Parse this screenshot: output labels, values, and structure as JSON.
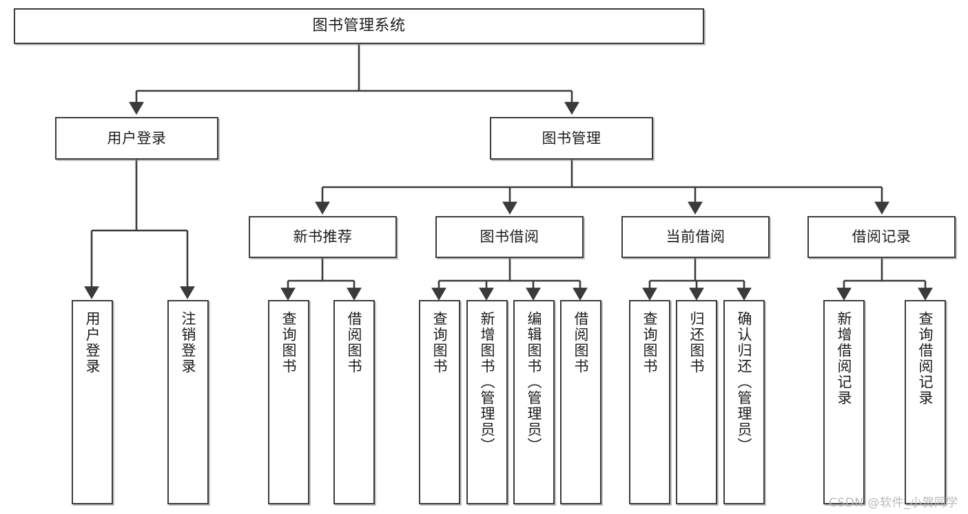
{
  "diagram": {
    "title": "图书管理系统",
    "watermark": "CSDN @软件_小贺同学",
    "colors": {
      "node_border": "#3a3a3a",
      "node_fill": "#ffffff",
      "edge": "#3a3a3a",
      "text": "#1b1b1b",
      "watermark": "#b9b9b9",
      "background": "#ffffff"
    },
    "nodes": {
      "root": {
        "label": "图书管理系统"
      },
      "level2": [
        {
          "label": "用户登录"
        },
        {
          "label": "图书管理"
        }
      ],
      "level3": [
        {
          "label": "新书推荐"
        },
        {
          "label": "图书借阅"
        },
        {
          "label": "当前借阅"
        },
        {
          "label": "借阅记录"
        }
      ],
      "leaves": {
        "user_login": [
          {
            "label": "用户登录"
          },
          {
            "label": "注销登录"
          }
        ],
        "new_book_recommend": [
          {
            "label": "查询图书"
          },
          {
            "label": "借阅图书"
          }
        ],
        "book_borrow": [
          {
            "label": "查询图书"
          },
          {
            "label": "新增图书（管理员）"
          },
          {
            "label": "编辑图书（管理员）"
          },
          {
            "label": "借阅图书"
          }
        ],
        "current_borrow": [
          {
            "label": "查询图书"
          },
          {
            "label": "归还图书"
          },
          {
            "label": "确认归还（管理员）"
          }
        ],
        "borrow_record": [
          {
            "label": "新增借阅记录"
          },
          {
            "label": "查询借阅记录"
          }
        ]
      }
    }
  }
}
